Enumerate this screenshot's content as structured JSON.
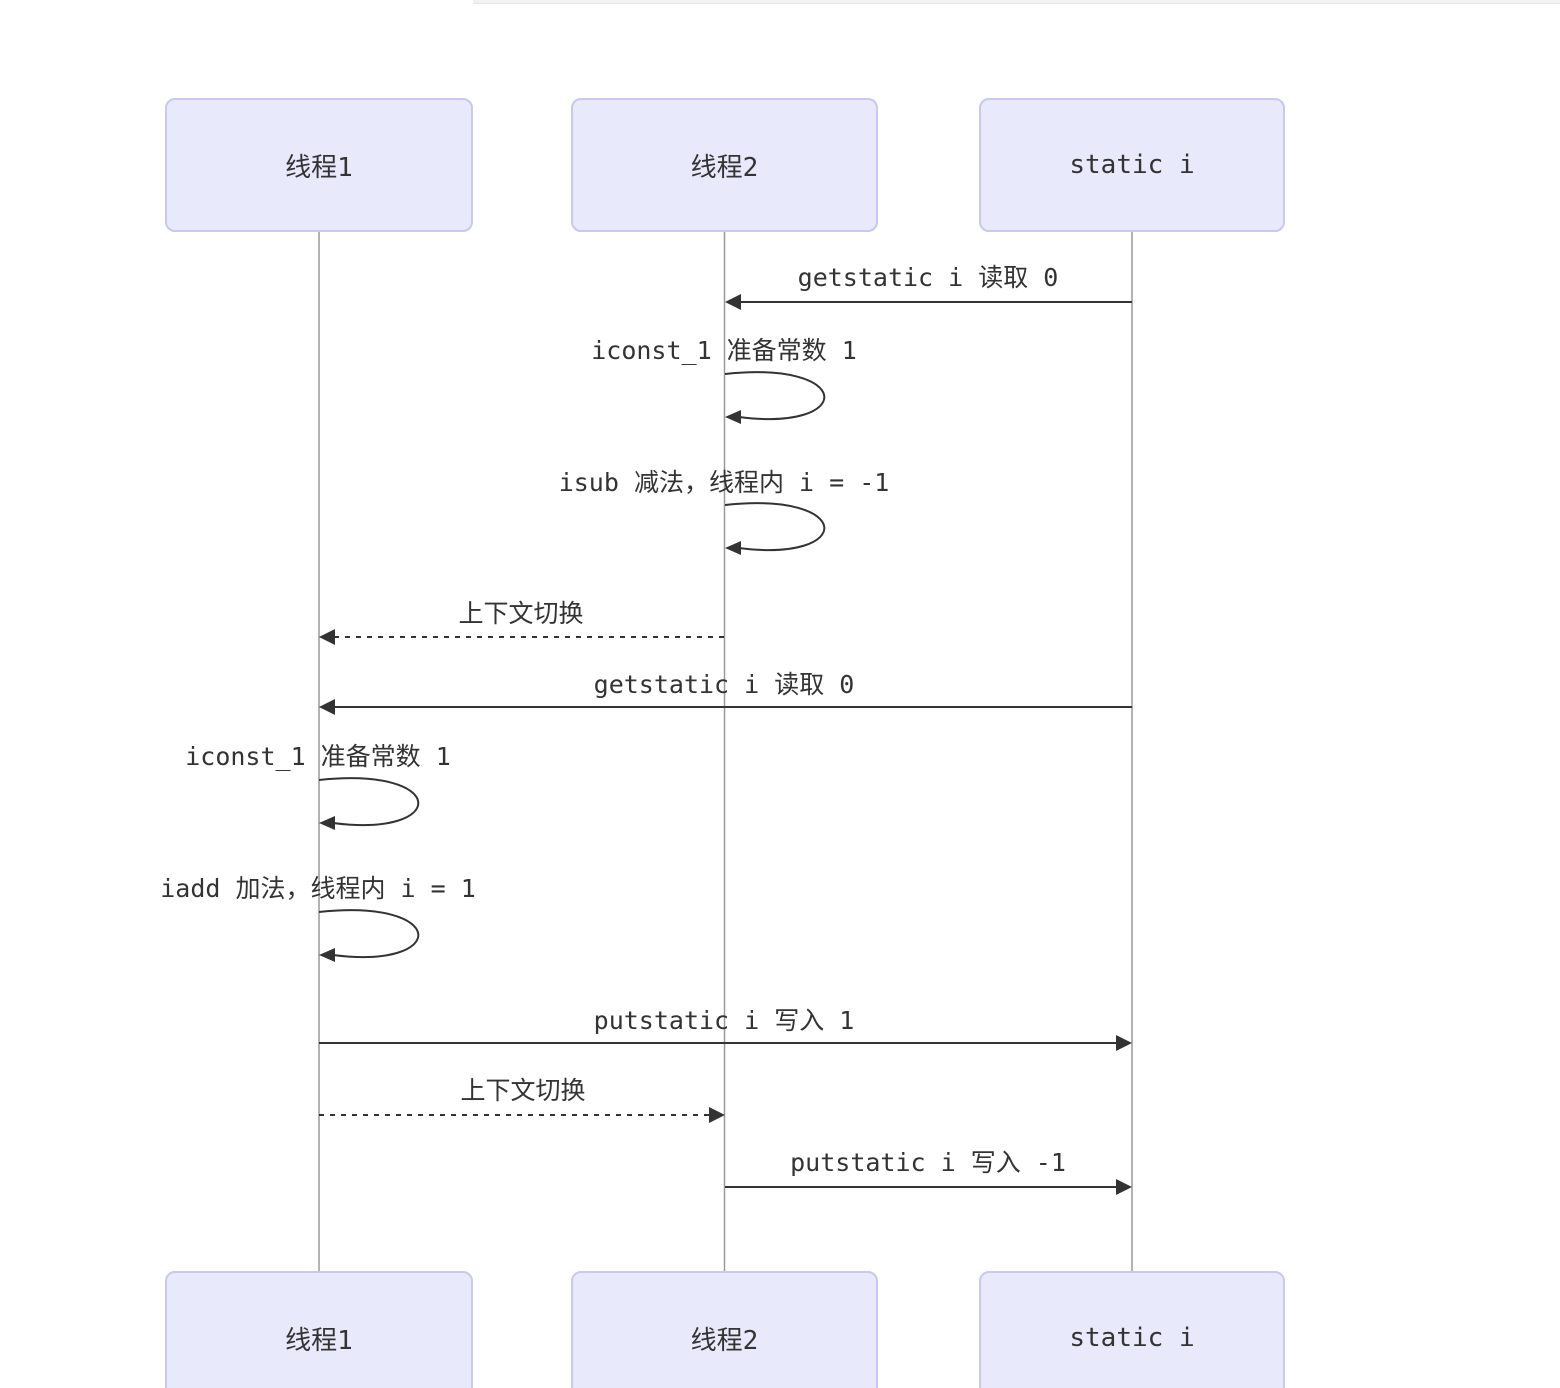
{
  "diagram": {
    "type": "sequence-diagram",
    "actors": [
      {
        "id": "thread1",
        "label": "线程1"
      },
      {
        "id": "thread2",
        "label": "线程2"
      },
      {
        "id": "static_i",
        "label": "static i"
      }
    ],
    "messages": [
      {
        "text": "getstatic i 读取 0",
        "from": "static_i",
        "to": "thread2",
        "style": "solid"
      },
      {
        "text": "iconst_1 准备常数 1",
        "from": "thread2",
        "to": "thread2",
        "style": "self"
      },
      {
        "text": "isub 减法，线程内 i = -1",
        "from": "thread2",
        "to": "thread2",
        "style": "self"
      },
      {
        "text": "上下文切换",
        "from": "thread2",
        "to": "thread1",
        "style": "dashed"
      },
      {
        "text": "getstatic i 读取 0",
        "from": "static_i",
        "to": "thread1",
        "style": "solid"
      },
      {
        "text": "iconst_1 准备常数 1",
        "from": "thread1",
        "to": "thread1",
        "style": "self"
      },
      {
        "text": "iadd 加法，线程内 i = 1",
        "from": "thread1",
        "to": "thread1",
        "style": "self"
      },
      {
        "text": "putstatic i 写入 1",
        "from": "thread1",
        "to": "static_i",
        "style": "solid"
      },
      {
        "text": "上下文切换",
        "from": "thread1",
        "to": "thread2",
        "style": "dashed"
      },
      {
        "text": "putstatic i 写入 -1",
        "from": "thread2",
        "to": "static_i",
        "style": "solid"
      }
    ],
    "colors": {
      "actor_fill": "#e9e9fc",
      "actor_border": "#c8c8f2",
      "message_line": "#333333",
      "lifeline": "#999999",
      "text": "#333333",
      "background": "#ffffff"
    }
  }
}
